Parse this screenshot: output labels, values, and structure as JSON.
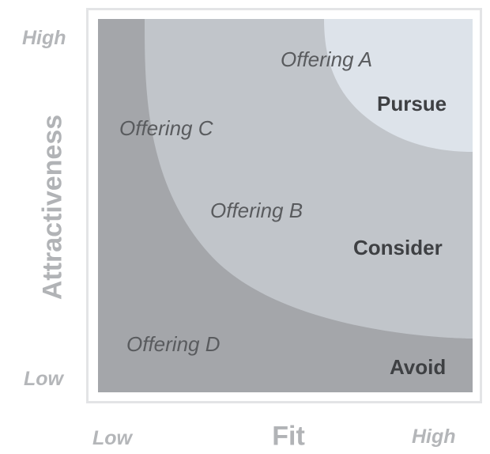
{
  "axes": {
    "y_title": "Attractiveness",
    "x_title": "Fit",
    "y_high": "High",
    "y_low": "Low",
    "x_low": "Low",
    "x_high": "High"
  },
  "zones": {
    "pursue": "Pursue",
    "consider": "Consider",
    "avoid": "Avoid"
  },
  "zone_colors": {
    "avoid": "#a4a6aa",
    "consider": "#c1c5ca",
    "pursue": "#dde3ea"
  },
  "offerings": {
    "a": "Offering A",
    "b": "Offering B",
    "c": "Offering C",
    "d": "Offering D"
  }
}
